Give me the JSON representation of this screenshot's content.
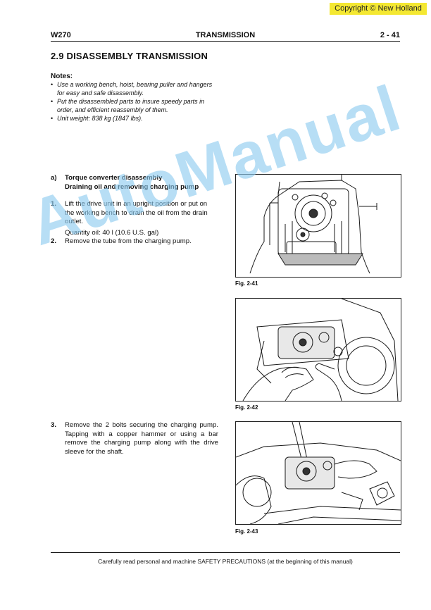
{
  "copyright": "Copyright © New Holland",
  "header": {
    "model": "W270",
    "section": "TRANSMISSION",
    "page": "2 - 41"
  },
  "title": "2.9   DISASSEMBLY TRANSMISSION",
  "notes": {
    "heading": "Notes:",
    "items": [
      "Use a working bench, hoist, bearing puller and hangers for easy and safe disassembly.",
      "Put the disassembled parts to insure speedy parts in order, and efficient reassembly of them.",
      "Unit weight: 838 kg (1847 lbs)."
    ]
  },
  "section_a": {
    "label": "a)",
    "line1": "Torque converter disassembly",
    "line2": "Draining oil and removing charging pump"
  },
  "steps": [
    {
      "num": "1.",
      "text": "Lift the drive unit in an upright position or put on the working bench to drain the oil from the drain outlet.",
      "extra": "Quantity oil: 40 l (10.6 U.S. gal)"
    },
    {
      "num": "2.",
      "text": "Remove the tube from the charging pump."
    },
    {
      "num": "3.",
      "text": "Remove the 2 bolts securing the charging pump. Tapping with a copper hammer or using a bar remove the charging pump along with the drive sleeve for the shaft."
    }
  ],
  "figures": [
    {
      "caption": "Fig. 2-41"
    },
    {
      "caption": "Fig. 2-42"
    },
    {
      "caption": "Fig. 2-43"
    }
  ],
  "watermark": "AutoManual",
  "footer": "Carefully read personal and machine SAFETY PRECAUTIONS (at the beginning of this manual)"
}
